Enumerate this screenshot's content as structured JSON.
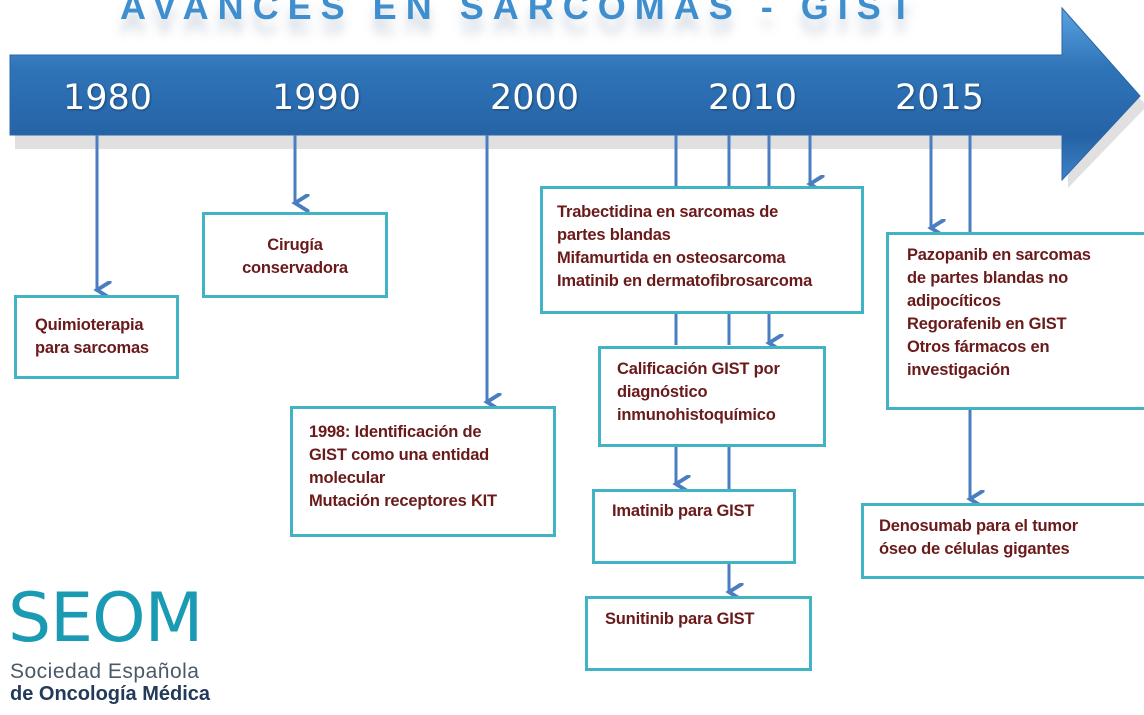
{
  "title": "AVANCES EN SARCOMAS - GIST",
  "years": [
    "1980",
    "1990",
    "2000",
    "2010",
    "2015"
  ],
  "boxes": {
    "quimioterapia": [
      "Quimioterapia",
      "para sarcomas"
    ],
    "cirugia": [
      "Cirugía",
      "conservadora"
    ],
    "gist_1998": [
      "1998: Identificación de",
      "GIST como una entidad",
      "molecular",
      "Mutación receptores KIT"
    ],
    "trabectidina": [
      "Trabectidina en  sarcomas de",
      "partes blandas",
      "Mifamurtida en  osteosarcoma",
      "Imatinib en dermatofibrosarcoma"
    ],
    "calificacion": [
      "Calificación GIST por",
      "diagnóstico",
      "inmunohistoquímico"
    ],
    "imatinib_gist": [
      "Imatinib para GIST"
    ],
    "sunitinib_gist": [
      "Sunitinib para GIST"
    ],
    "pazopanib": [
      "Pazopanib en sarcomas",
      "de partes blandas no",
      "adipocíticos",
      "Regorafenib en GIST",
      "Otros fármacos en",
      "investigación"
    ],
    "denosumab": [
      "Denosumab para el tumor",
      "óseo de células gigantes"
    ]
  },
  "logo": {
    "mark": "SEOM",
    "line1": "Sociedad Española",
    "line2": "de Oncología Médica"
  },
  "colors": {
    "arrow": "#2f74b8",
    "connector": "#4a7ec0",
    "box_border": "#41b3c4",
    "box_text": "#6a1a1a",
    "year_text": "#ffffff"
  }
}
